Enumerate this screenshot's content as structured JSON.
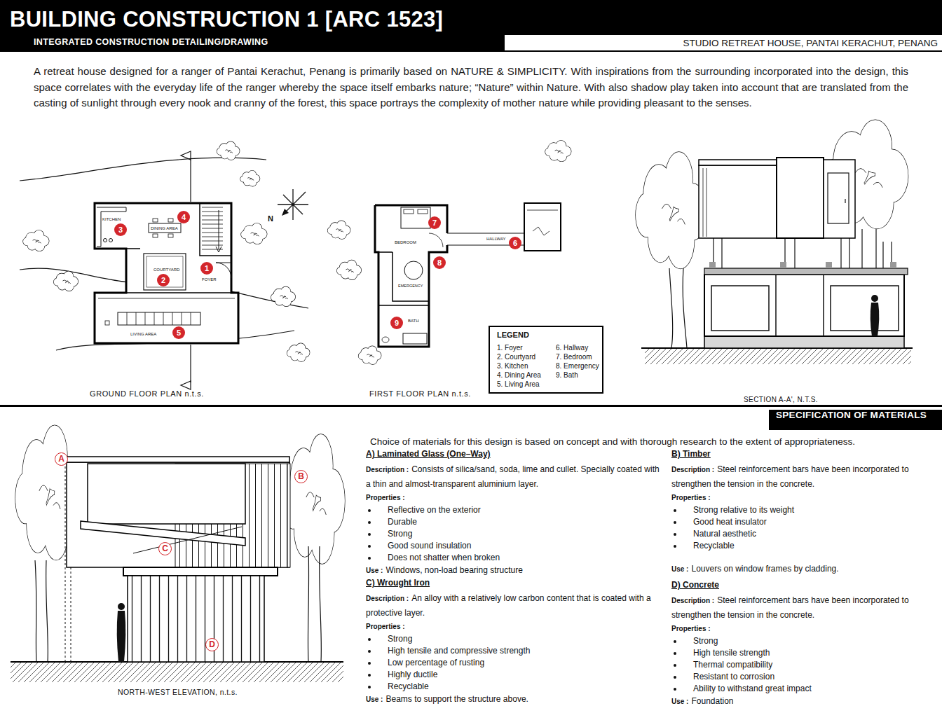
{
  "diagram": {
    "title": "BUILDING CONSTRUCTION 1 [ARC 1523]",
    "nodes": [
      {
        "text": [
          "1"
        ]
      },
      {
        "text": [
          "2"
        ]
      },
      {
        "text": [
          "3"
        ]
      },
      {
        "text": [
          "4"
        ]
      },
      {
        "text": [
          "5"
        ]
      },
      {
        "text": [
          "6"
        ]
      },
      {
        "text": [
          "7"
        ]
      },
      {
        "text": [
          "8"
        ]
      },
      {
        "text": [
          "9"
        ]
      },
      {
        "text": [
          "LEGEND",
          "1. Foyer",
          "2. Courtyard",
          "3. Kitchen",
          "4. Dining Area",
          "5. Living Area",
          "6. Hallway",
          "7. Bedroom",
          "8. Emergency",
          "9. Bath"
        ]
      },
      {
        "text": [
          "SPECIFICATION OF MATERIALS"
        ]
      },
      {
        "text": [
          "A"
        ]
      },
      {
        "text": [
          "B"
        ]
      },
      {
        "text": [
          "C"
        ]
      },
      {
        "text": [
          "D"
        ]
      }
    ],
    "labels": [
      "INTEGRATED CONSTRUCTION DETAILING/DRAWING",
      "STUDIO RETREAT HOUSE, PANTAI KERACHUT, PENANG",
      "A retreat house designed for a ranger of Pantai Kerachut, Penang is primarily based on NATURE & SIMPLICITY. With inspirations from the surrounding incorporated into the design, this space correlates with the everyday life of the ranger whereby the space itself embarks nature; “Nature” within Nature. With also shadow play taken into account that are translated from the casting of sunlight through every nook and cranny of the forest, this space portrays the complexity of mother nature while providing pleasant to the senses.",
      "KITCHEN",
      "DINING AREA",
      "COURTYARD",
      "FOYER",
      "LIVING AREA",
      "N",
      "GROUND FLOOR PLAN n.t.s.",
      "BEDROOM",
      "HALLWAY",
      "EMERGENCY",
      "BATH",
      "FIRST FLOOR PLAN n.t.s.",
      "SECTION A-A', N.T.S.",
      "NORTH-WEST ELEVATION, n.t.s.",
      "Choice of materials for this design is based on concept and with thorough research to the extent of appropriateness.",
      "A) Laminated Glass (One–Way)",
      "Description :",
      "Consists of silica/sand, soda, lime and cullet. Specially coated with a thin and almost-transparent aluminium layer.",
      "Properties :",
      "Reflective on the exterior",
      "Durable",
      "Strong",
      "Good sound insulation",
      "Does not shatter when broken",
      "Use :",
      "Windows, non-load bearing structure",
      "B) Timber",
      "Description :",
      "Steel reinforcement bars have been incorporated to strengthen the tension in the concrete.",
      "Properties :",
      "Strong relative to its weight",
      "Good heat insulator",
      "Natural aesthetic",
      "Recyclable",
      "Use :",
      "Louvers on window frames by cladding.",
      "C) Wrought Iron",
      "Description :",
      "An alloy with a relatively low carbon content that is coated with a protective layer.",
      "Properties :",
      "Strong",
      "High tensile and compressive strength",
      "Low percentage of rusting",
      "Highly ductile",
      "Recyclable",
      "Use :",
      "Beams to support the structure above.",
      "D) Concrete",
      "Description :",
      "Steel reinforcement bars have been incorporated to strengthen the tension in the concrete.",
      "Properties :",
      "Strong",
      "High tensile strength",
      "Thermal compatibility",
      "Resistant to corrosion",
      "Ability to withstand great impact",
      "Use :",
      "Foundation"
    ]
  }
}
